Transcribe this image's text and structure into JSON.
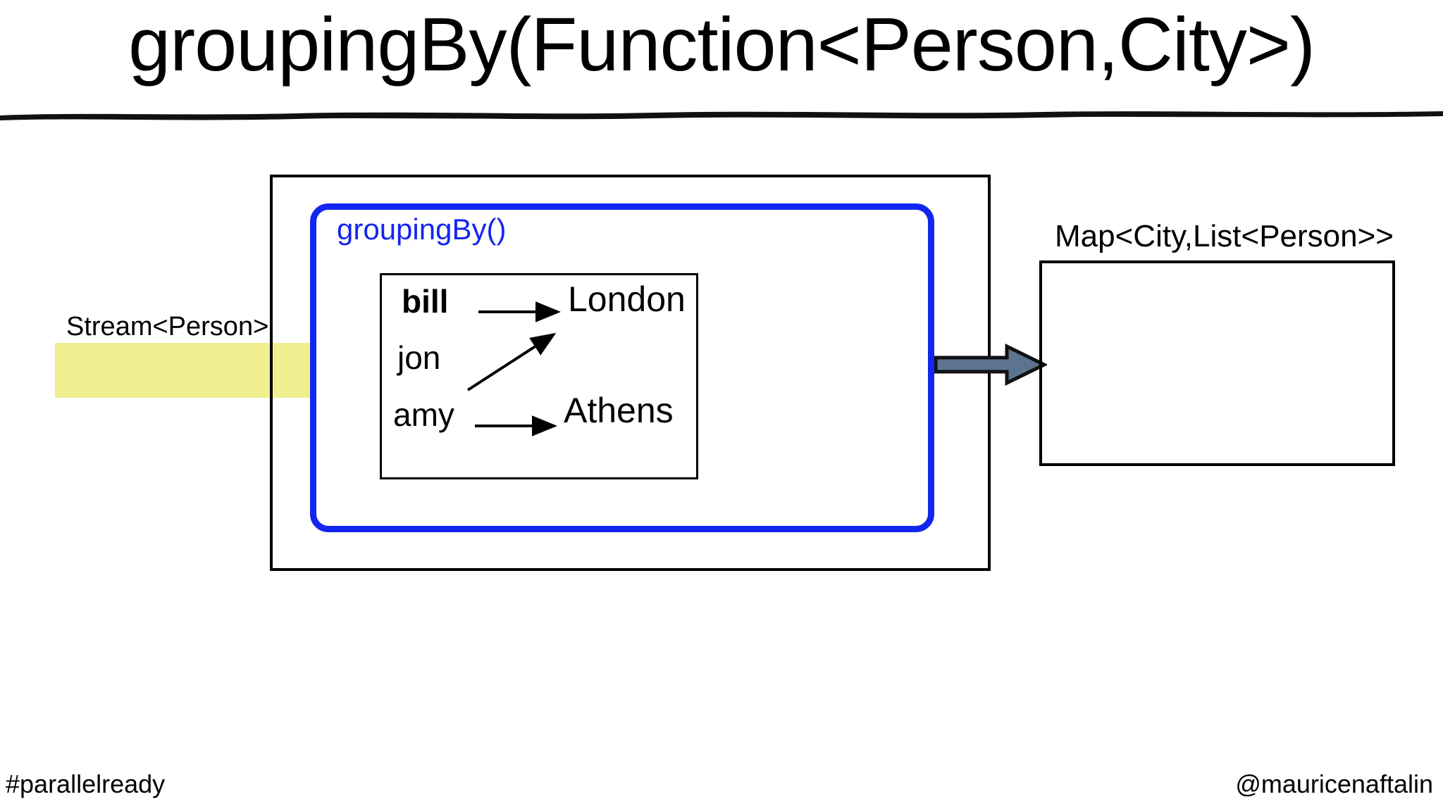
{
  "slide": {
    "title": "groupingBy(Function<Person,City>)",
    "background_color": "#ffffff"
  },
  "input": {
    "label": "Stream<Person>",
    "band_color": "#f1ef90"
  },
  "collector": {
    "label": "groupingBy()",
    "accent_color": "#1326ef"
  },
  "mapping": {
    "entries": [
      {
        "key": "bill",
        "value": "London",
        "emphasis": "bold"
      },
      {
        "key": "jon",
        "value": "London",
        "emphasis": "normal"
      },
      {
        "key": "amy",
        "value": "Athens",
        "emphasis": "normal"
      }
    ],
    "keys": [
      "bill",
      "jon",
      "amy"
    ],
    "values": [
      "London",
      "Athens"
    ]
  },
  "output": {
    "label": "Map<City,List<Person>>",
    "arrow_fill_color": "#5c7490",
    "arrow_stroke_color": "#111111"
  },
  "footer": {
    "hashtag": "#parallelready",
    "handle": "@mauricenaftalin"
  }
}
